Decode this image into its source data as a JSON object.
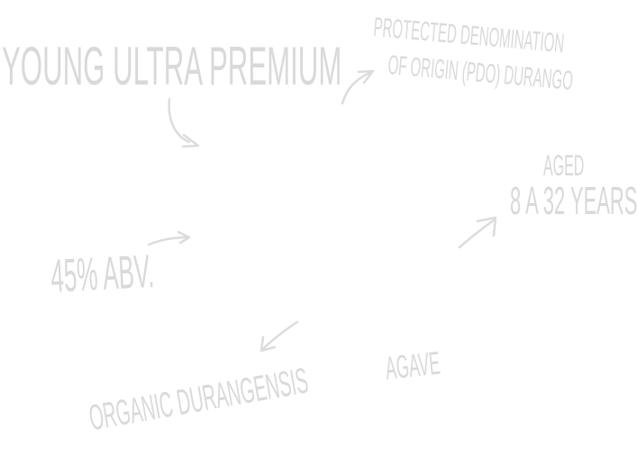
{
  "labels": {
    "young_ultra_premium": "YOUNG ULTRA PREMIUM",
    "pdo_line1": "PROTECTED DENOMINATION",
    "pdo_line2": "OF ORIGIN (PDO) DURANGO",
    "aged_line1": "AGED",
    "aged_line2": "8 A 32 YEARS",
    "abv": "45% ABV.",
    "agave": "AGAVE",
    "organic": "ORGANIC DURANGENSIS"
  },
  "colors": {
    "text": "#f1f1f1",
    "background": "#ffffff"
  }
}
